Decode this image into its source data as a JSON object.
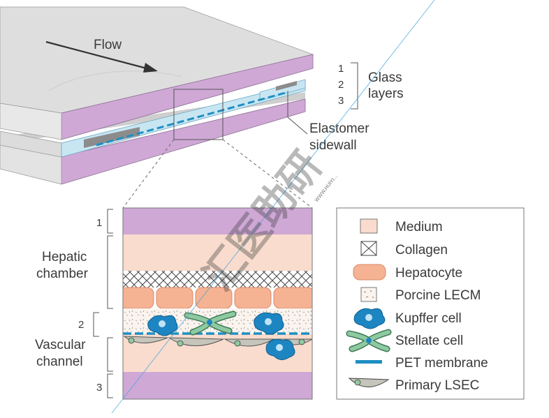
{
  "device": {
    "flow_label": "Flow",
    "layer_numbers": [
      "1",
      "2",
      "3"
    ],
    "glass_label_line1": "Glass",
    "glass_label_line2": "layers",
    "sidewall_label_line1": "Elastomer",
    "sidewall_label_line2": "sidewall"
  },
  "cross_section": {
    "numbers": [
      "1",
      "2",
      "3"
    ],
    "hepatic_line1": "Hepatic",
    "hepatic_line2": "chamber",
    "vascular_line1": "Vascular",
    "vascular_line2": "channel"
  },
  "legend": {
    "items": [
      {
        "label": "Medium",
        "icon": "medium-swatch-icon"
      },
      {
        "label": "Collagen",
        "icon": "collagen-icon"
      },
      {
        "label": "Hepatocyte",
        "icon": "hepatocyte-icon"
      },
      {
        "label": "Porcine LECM",
        "icon": "porcine-lecm-icon"
      },
      {
        "label": "Kupffer cell",
        "icon": "kupffer-cell-icon"
      },
      {
        "label": "Stellate cell",
        "icon": "stellate-cell-icon"
      },
      {
        "label": "PET membrane",
        "icon": "pet-membrane-icon"
      },
      {
        "label": "Primary LSEC",
        "icon": "primary-lsec-icon"
      }
    ]
  },
  "watermark": {
    "text": "汇医助研",
    "small_text": "WWW.HUIYI..."
  },
  "colors": {
    "glass": "#cfa8d6",
    "glass_top": "#dedede",
    "medium": "#f9dccd",
    "hepatocyte": "#f5b393",
    "hepatocyte_stroke": "#d98a6a",
    "channel_blue": "#c8e6f2",
    "pet_membrane": "#1f8fc4",
    "kupffer": "#1d86c2",
    "stellate": "#8fc9a1",
    "lsec": "#c5c5bb",
    "watermark": "#3ca0dc"
  }
}
